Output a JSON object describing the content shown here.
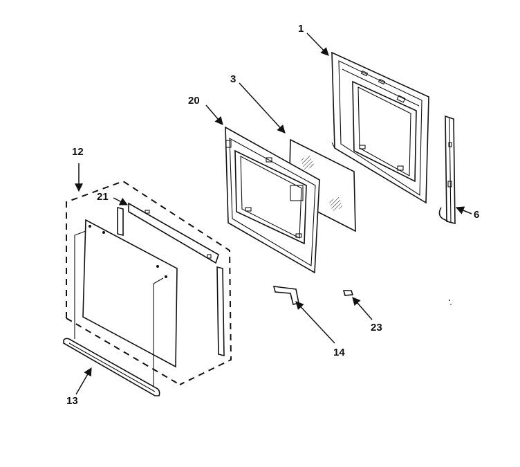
{
  "callouts": {
    "c1": "1",
    "c3": "3",
    "c20": "20",
    "c6": "6",
    "c12": "12",
    "c21": "21",
    "c14": "14",
    "c23": "23",
    "c13": "13"
  }
}
